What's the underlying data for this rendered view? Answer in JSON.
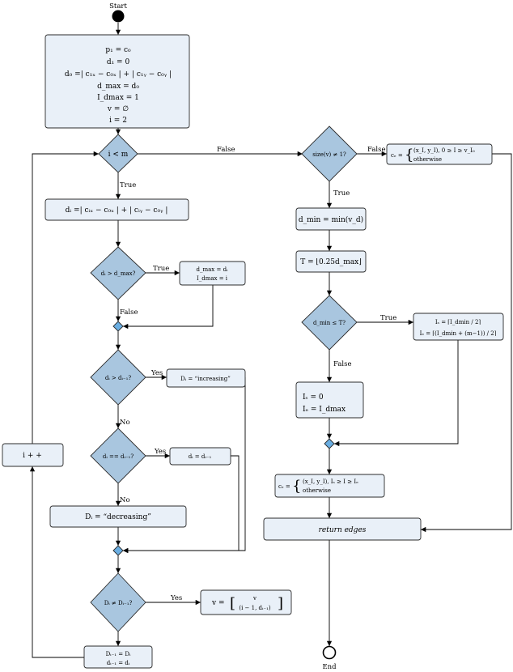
{
  "terminals": {
    "start": "Start",
    "end": "End"
  },
  "init_block": [
    "p₁ = c₀",
    "d₁ = 0",
    "d₀ =| c₁ₓ − c₀ₓ | + | c₁ᵧ − c₀ᵧ |",
    "d_max = d₀",
    "I_dmax = 1",
    "v = ∅",
    "i = 2"
  ],
  "loop": {
    "cond": "i < m",
    "true": "True",
    "false": "False",
    "increment": "i + +",
    "distance": "dᵢ =| cᵢₓ − c₀ₓ | + | cᵢᵧ − c₀ᵧ |"
  },
  "max_check": {
    "cond": "dᵢ > d_max?",
    "true": "True",
    "false": "False",
    "update": [
      "d_max = dᵢ",
      "I_dmax = i"
    ]
  },
  "increase_check": {
    "cond": "dᵢ > dᵢ₋₁?",
    "yes": "Yes",
    "no": "No",
    "action": "Dᵢ = “increasing”"
  },
  "equal_check": {
    "cond": "dᵢ == dᵢ₋₁?",
    "yes": "Yes",
    "no": "No",
    "action": "dᵢ = dᵢ₋₁"
  },
  "decreasing": "Dᵢ = “decreasing”",
  "direction_check": {
    "cond": "Dᵢ ≠ Dᵢ₋₁?",
    "yes": "Yes",
    "append_lhs": "v =",
    "append_top": "v",
    "append_bottom": "(i − 1, dᵢ₋₁)"
  },
  "shift_block": [
    "Dᵢ₋₁ = Dᵢ",
    "dᵢ₋₁ = dᵢ"
  ],
  "size_check": {
    "cond": "size(v) ≠ 1?",
    "false": "False",
    "true": "True",
    "ce_lhs": "cₑ =",
    "ce_row1": "(x_I, y_I),     0 ≥ I ≥ v_I₀",
    "ce_row2": "otherwise"
  },
  "dmin": "d_min = min(v_d)",
  "threshold": "T = ⌊0.25d_max⌋",
  "dmin_check": {
    "cond": "d_min ≤ T?",
    "true": "True",
    "false": "False",
    "true_block": [
      "Iₛ = ⌈I_dmin / 2⌉",
      "Iₑ = ⌈(I_dmin + (m−1)) / 2⌉"
    ],
    "false_block": [
      "Iₛ = 0",
      "Iₑ = I_dmax"
    ]
  },
  "final_ce": {
    "lhs": "cₑ =",
    "row1": "(x_I, y_I),     Iₛ ≥ I ≥ Iₑ",
    "row2": "otherwise"
  },
  "return_label": "return edges"
}
